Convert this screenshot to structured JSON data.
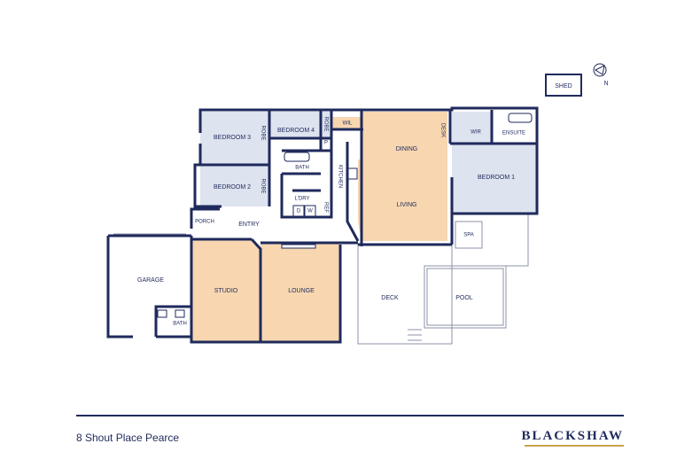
{
  "rooms": {
    "shed": "SHED",
    "north": "N",
    "bedroom3": "BEDROOM 3",
    "robe1": "ROBE",
    "bedroom4": "BEDROOM 4",
    "robe2": "ROBE",
    "wil": "WIL",
    "p": "P",
    "dining": "DINING",
    "desk": "DESK",
    "wir": "WIR",
    "ensuite": "ENSUITE",
    "bath1": "BATH",
    "kitchen": "KITCHEN",
    "bedroom1": "BEDROOM 1",
    "bedroom2": "BEDROOM 2",
    "robe3": "ROBE",
    "ldry": "L'DRY",
    "d": "D",
    "w": "W",
    "ref": "REF",
    "living": "LIVING",
    "porch": "PORCH",
    "entry": "ENTRY",
    "spa": "SPA",
    "garage": "GARAGE",
    "studio": "STUDIO",
    "lounge": "LOUNGE",
    "deck": "DECK",
    "pool": "POOL",
    "bath2": "BATH"
  },
  "colors": {
    "wall": "#1f2a5c",
    "bedroom_fill": "#dde3ef",
    "living_fill": "#f7d6b0",
    "outline_light": "#8c93a8",
    "brand_gold": "#c9a24a"
  },
  "footer": {
    "address": "8 Shout Place Pearce",
    "brand": "BLACKSHAW"
  }
}
